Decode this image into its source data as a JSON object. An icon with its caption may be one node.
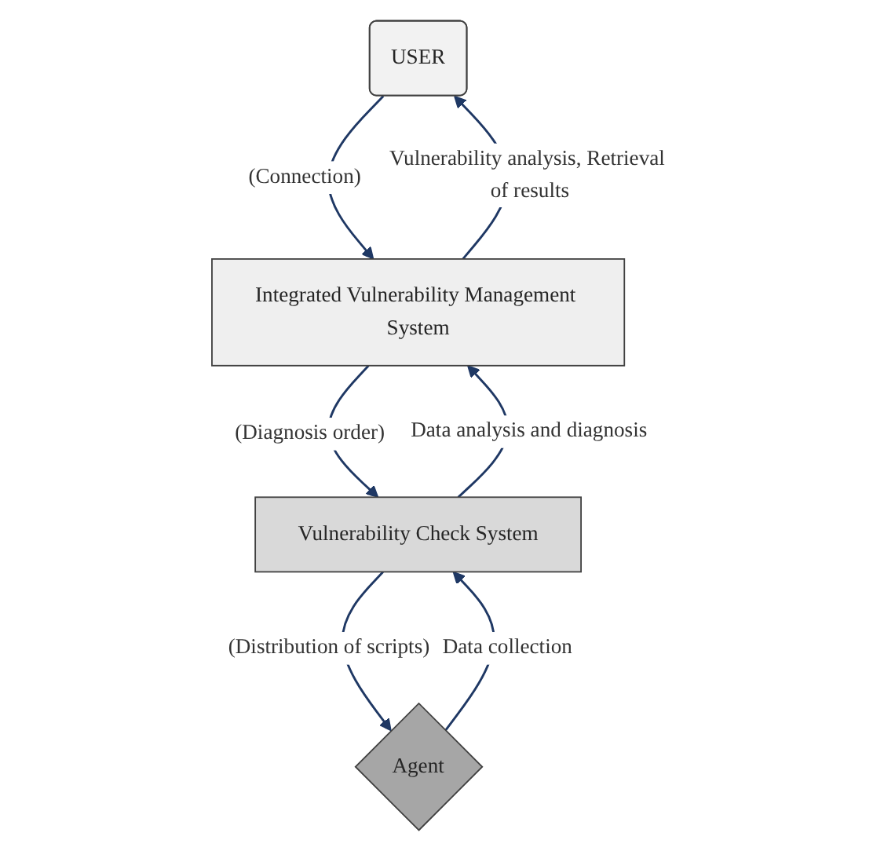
{
  "diagram": {
    "nodes": [
      {
        "text": [
          "USER"
        ]
      },
      {
        "text": [
          "Integrated Vulnerability Management System"
        ]
      },
      {
        "text": [
          "Vulnerability Check System"
        ]
      },
      {
        "text": [
          "Agent"
        ]
      }
    ],
    "edges": [
      {
        "from": 0,
        "to": 1,
        "arrow": "to",
        "label": "(Connection)"
      },
      {
        "from": 1,
        "to": 0,
        "arrow": "to",
        "label": "Vulnerability analysis, Retrieval of results"
      },
      {
        "from": 1,
        "to": 2,
        "arrow": "to",
        "label": "(Diagnosis order)"
      },
      {
        "from": 2,
        "to": 1,
        "arrow": "to",
        "label": "Data analysis and diagnosis"
      },
      {
        "from": 2,
        "to": 3,
        "arrow": "to",
        "label": "(Distribution of scripts)"
      },
      {
        "from": 3,
        "to": 2,
        "arrow": "to",
        "label": "Data collection"
      }
    ]
  }
}
